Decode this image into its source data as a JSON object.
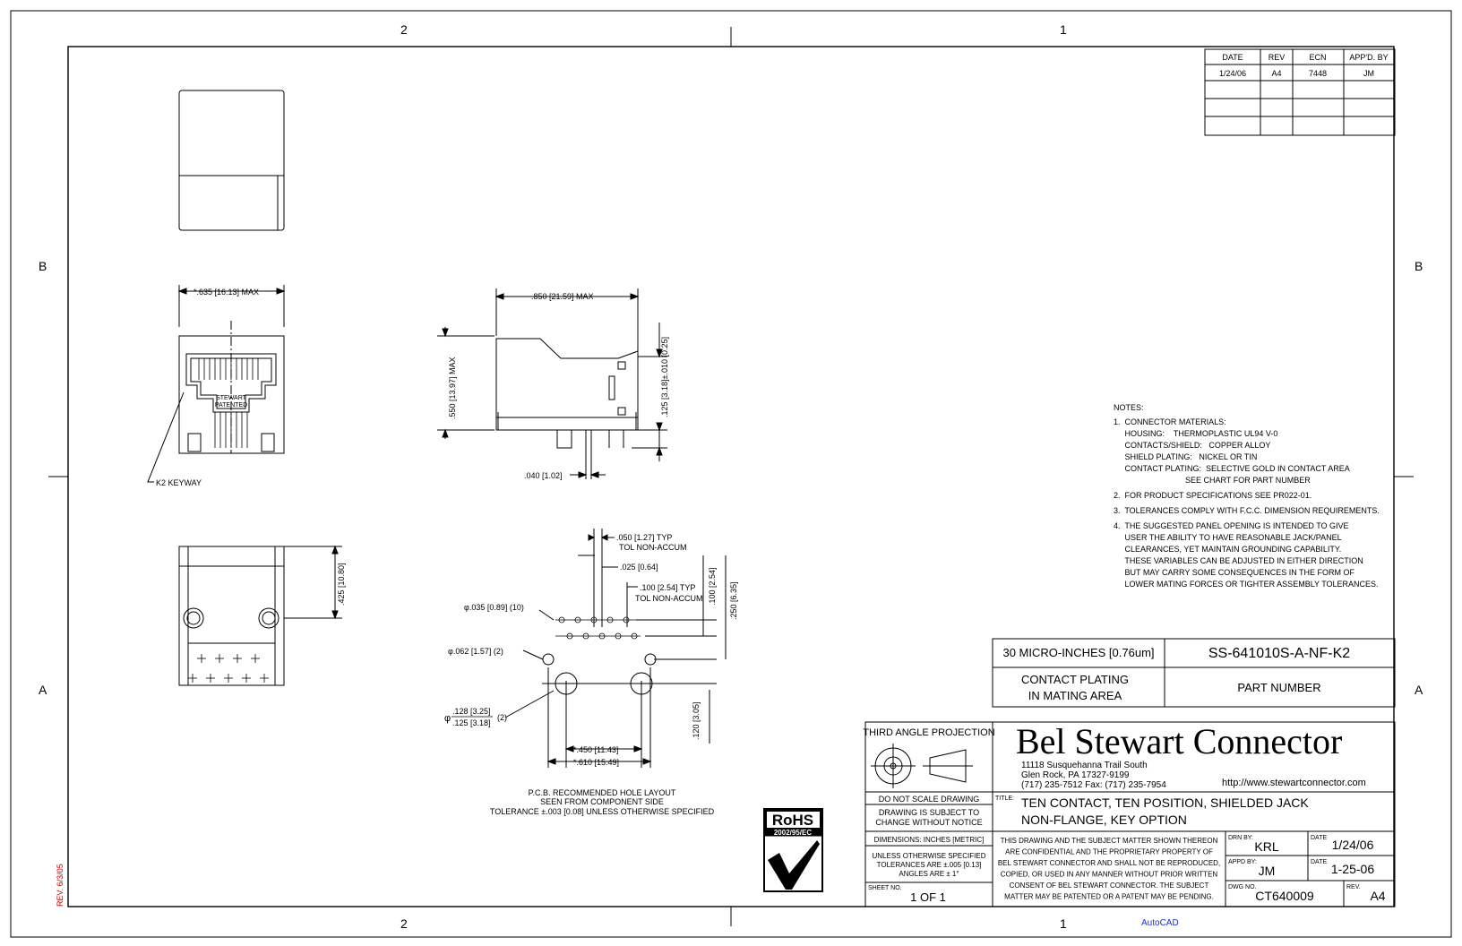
{
  "zones": {
    "col_left": "2",
    "col_right": "1",
    "row_top": "B",
    "row_bottom": "A"
  },
  "revision_table": {
    "headers": [
      "DATE",
      "REV",
      "ECN",
      "APP'D. BY"
    ],
    "rows": [
      [
        "1/24/06",
        "A4",
        "7448",
        "JM"
      ]
    ]
  },
  "dimensions": {
    "width_max": "*.635 [16.13] MAX",
    "keyway": "K2 KEYWAY",
    "logo_top": "STEWART",
    "logo_bottom": "PATENTED",
    "depth_max": ".850 [21.59] MAX",
    "height_max": ".550 [13.97] MAX",
    "pin_offset": ".125 [3.18]±.010 [0.25]",
    "pin_width": ".040 [1.02]",
    "lower_height": ".425 [10.80]"
  },
  "pcb": {
    "d1": ".050 [1.27] TYP",
    "d1b": "TOL NON-ACCUM",
    "d2": ".025 [0.64]",
    "d3": ".100 [2.54] TYP",
    "d3b": "TOL NON-ACCUM",
    "hole1": "φ.035 [0.89] (10)",
    "hole2": "φ.062 [1.57] (2)",
    "hole3a": ".128 [3.25]",
    "hole3b": ".125 [3.18]",
    "hole3c": "(2)",
    "hole3_phi": "φ",
    "v1": ".100 [2.54]",
    "v2": ".250 [6.35]",
    "v3": ".120 [3.05]",
    "h1": "*.450 [11.43]",
    "h2": "*.610 [15.49]",
    "caption1": "P.C.B. RECOMMENDED HOLE LAYOUT",
    "caption2": "SEEN FROM COMPONENT SIDE",
    "caption3": "TOLERANCE ±.003 [0.08] UNLESS OTHERWISE SPECIFIED"
  },
  "notes": {
    "heading": "NOTES:",
    "lines": [
      "1.  CONNECTOR MATERIALS:",
      "     HOUSING:    THERMOPLASTIC UL94 V-0",
      "     CONTACTS/SHIELD:   COPPER ALLOY",
      "     SHIELD PLATING:   NICKEL OR TIN",
      "     CONTACT PLATING:  SELECTIVE GOLD IN CONTACT AREA",
      "                                SEE CHART FOR PART NUMBER",
      "2.  FOR PRODUCT SPECIFICATIONS SEE PR022-01.",
      "3.  TOLERANCES COMPLY WITH F.C.C. DIMENSION REQUIREMENTS.",
      "4.  THE SUGGESTED PANEL OPENING IS INTENDED TO GIVE",
      "     USER THE ABILITY TO HAVE REASONABLE JACK/PANEL",
      "     CLEARANCES, YET MAINTAIN GROUNDING CAPABILITY.",
      "     THESE VARIABLES CAN BE ADJUSTED IN EITHER DIRECTION",
      "     BUT MAY CARRY SOME CONSEQUENCES IN THE FORM OF",
      "     LOWER MATING FORCES OR TIGHTER ASSEMBLY TOLERANCES."
    ]
  },
  "part_table": {
    "plating_value": "30 MICRO-INCHES [0.76um]",
    "part_number": "SS-641010S-A-NF-K2",
    "plating_label_1": "CONTACT PLATING",
    "plating_label_2": "IN MATING AREA",
    "part_label": "PART NUMBER"
  },
  "title_block": {
    "projection": "THIRD ANGLE PROJECTION",
    "company": "Bel Stewart Connector",
    "address1": "11118 Susquehanna Trail South",
    "address2": "Glen Rock, PA  17327-9199",
    "phone": "(717) 235-7512  Fax: (717) 235-7954",
    "website": "http://www.stewartconnector.com",
    "no_scale": "DO NOT SCALE DRAWING",
    "subject_1": "DRAWING IS SUBJECT TO",
    "subject_2": "CHANGE WITHOUT NOTICE",
    "title_label": "TITLE:",
    "title_1": "TEN CONTACT, TEN POSITION, SHIELDED JACK",
    "title_2": "NON-FLANGE, KEY OPTION",
    "dimensions_units": "DIMENSIONS: INCHES [METRIC]",
    "tol_1": "UNLESS OTHERWISE SPECIFIED",
    "tol_2": "TOLERANCES ARE ±.005 [0.13]",
    "tol_3": "ANGLES ARE ± 1°",
    "confidential": [
      "THIS DRAWING AND THE SUBJECT MATTER SHOWN THEREON",
      "ARE CONFIDENTIAL AND THE PROPRIETARY PROPERTY OF",
      "BEL STEWART CONNECTOR AND SHALL NOT BE REPRODUCED,",
      "COPIED, OR USED IN ANY MANNER WITHOUT PRIOR WRITTEN",
      "CONSENT OF BEL STEWART CONNECTOR.  THE SUBJECT",
      "MATTER MAY BE PATENTED OR A PATENT MAY BE PENDING."
    ],
    "sheet_label": "SHEET NO.",
    "sheet_value": "1  OF  1",
    "drn_label": "DRN BY:",
    "drn_value": "KRL",
    "date_label": "DATE",
    "drn_date": "1/24/06",
    "appd_label": "APPD BY:",
    "appd_value": "JM",
    "appd_date": "1-25-06",
    "dwg_label": "DWG NO.",
    "dwg_value": "CT640009",
    "rev_label": "REV.",
    "rev_value": "A4"
  },
  "rohs": {
    "title": "RoHS",
    "directive": "2002/95/EC"
  },
  "footer": {
    "rev_stamp": "REV. 6/3/05",
    "software": "AutoCAD"
  }
}
